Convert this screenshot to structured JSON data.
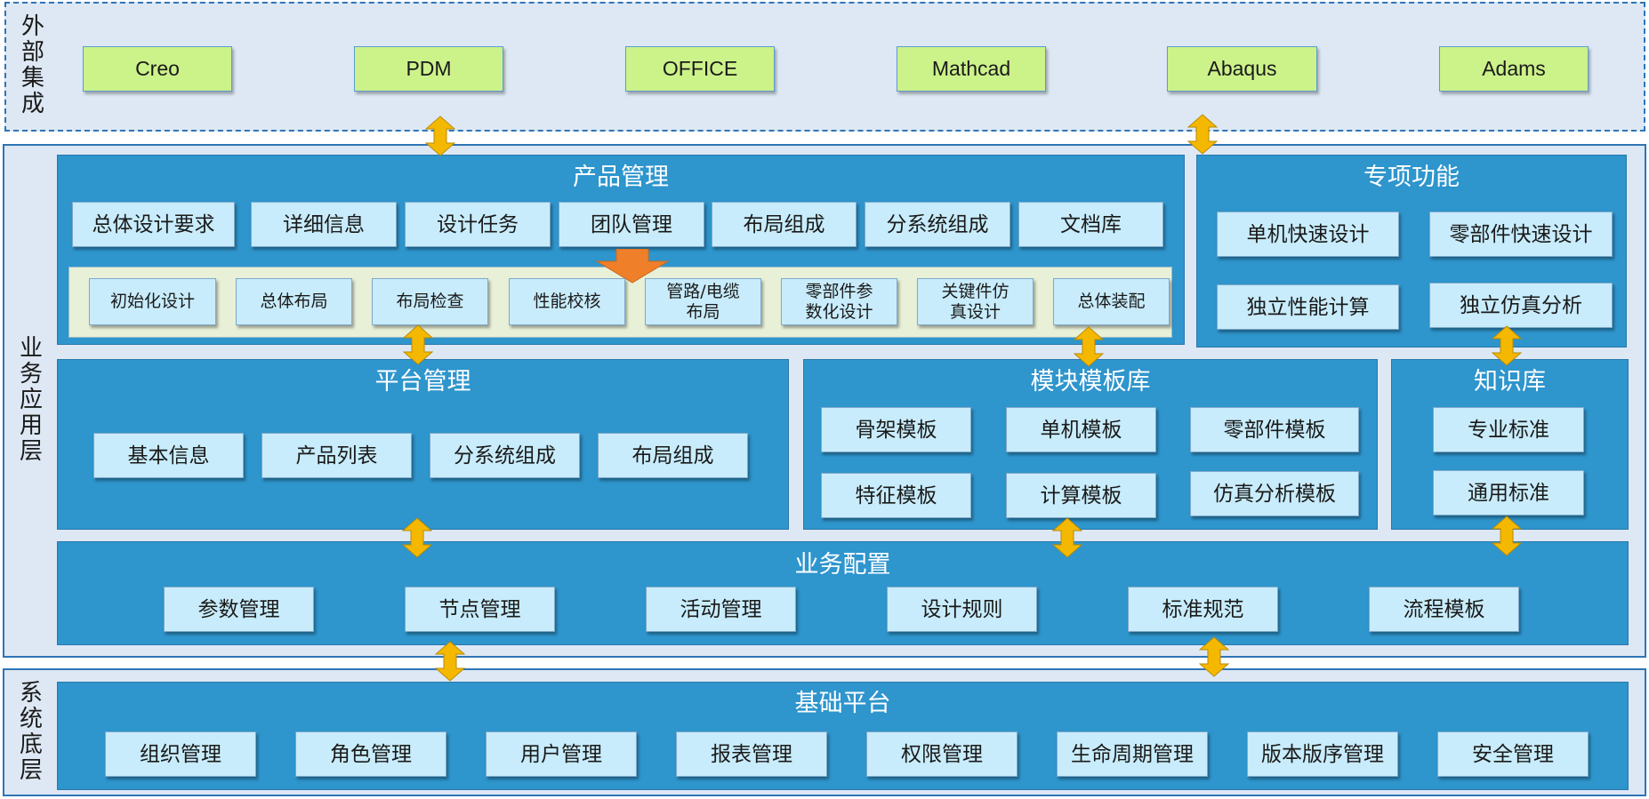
{
  "colors": {
    "external_box": "#ccf28a",
    "panel": "#2e95cd",
    "box": "#c8ecfb",
    "connector": "#f5b800",
    "flow_arrow": "#f07f2a",
    "layer_bg": "#dde8f4"
  },
  "layers": {
    "external": "外部集成",
    "business": "业务应用层",
    "system": "系统底层"
  },
  "external_tools": [
    "Creo",
    "PDM",
    "OFFICE",
    "Mathcad",
    "Abaqus",
    "Adams"
  ],
  "product_mgmt": {
    "title": "产品管理",
    "tabs": [
      "总体设计要求",
      "详细信息",
      "设计任务",
      "团队管理",
      "布局组成",
      "分系统组成",
      "文档库"
    ],
    "flow": [
      "初始化设计",
      "总体布局",
      "布局检查",
      "性能校核",
      "管路/电缆\n布局",
      "零部件参\n数化设计",
      "关键件仿\n真设计",
      "总体装配"
    ]
  },
  "special_functions": {
    "title": "专项功能",
    "items": [
      "单机快速设计",
      "零部件快速设计",
      "独立性能计算",
      "独立仿真分析"
    ]
  },
  "platform_mgmt": {
    "title": "平台管理",
    "items": [
      "基本信息",
      "产品列表",
      "分系统组成",
      "布局组成"
    ]
  },
  "module_templates": {
    "title": "模块模板库",
    "items": [
      "骨架模板",
      "单机模板",
      "零部件模板",
      "特征模板",
      "计算模板",
      "仿真分析模板"
    ]
  },
  "knowledge_base": {
    "title": "知识库",
    "items": [
      "专业标准",
      "通用标准"
    ]
  },
  "business_config": {
    "title": "业务配置",
    "items": [
      "参数管理",
      "节点管理",
      "活动管理",
      "设计规则",
      "标准规范",
      "流程模板"
    ]
  },
  "base_platform": {
    "title": "基础平台",
    "items": [
      "组织管理",
      "角色管理",
      "用户管理",
      "报表管理",
      "权限管理",
      "生命周期管理",
      "版本版序管理",
      "安全管理"
    ]
  }
}
